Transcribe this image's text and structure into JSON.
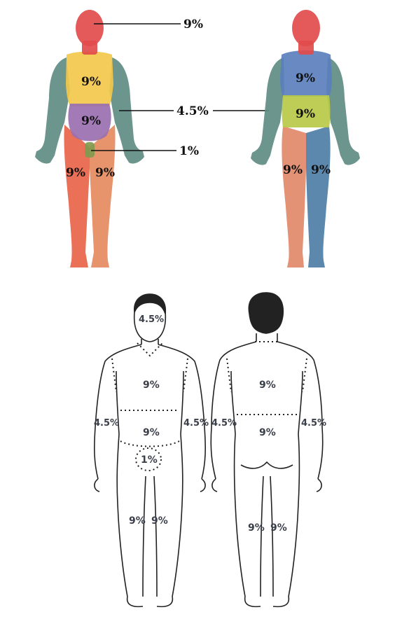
{
  "colors": {
    "head": "#e24b4b",
    "chest": "#f2c84b",
    "abdomen": "#9a6fb0",
    "arm": "#5f8c84",
    "genital": "#7f9a4e",
    "leg_right": "#e8644a",
    "leg_left": "#e58a5e",
    "back_upper": "#5b7fbd",
    "back_lower": "#b9c947",
    "back_leg_left": "#e2896a",
    "back_leg_right": "#4f7ea6",
    "skin": "#e9a07c",
    "outline": "#222222",
    "label_dark": "#111111",
    "label_grey": "#3a3f4a"
  },
  "top": {
    "callouts": {
      "head": "9%",
      "arm": "4.5%",
      "genital": "1%"
    },
    "front": {
      "chest": "9%",
      "abdomen": "9%",
      "leg_left": "9%",
      "leg_right": "9%"
    },
    "back": {
      "upper_back": "9%",
      "lower_back": "9%",
      "leg_left": "9%",
      "leg_right": "9%"
    }
  },
  "bottom": {
    "front": {
      "head": "4.5%",
      "chest": "9%",
      "abdomen": "9%",
      "arm_left": "4.5%",
      "arm_right": "4.5%",
      "genital": "1%",
      "leg_left": "9%",
      "leg_right": "9%"
    },
    "back": {
      "upper_back": "9%",
      "lower_back": "9%",
      "arm_left": "4.5%",
      "arm_right": "4.5%",
      "leg_left": "9%",
      "leg_right": "9%"
    }
  }
}
